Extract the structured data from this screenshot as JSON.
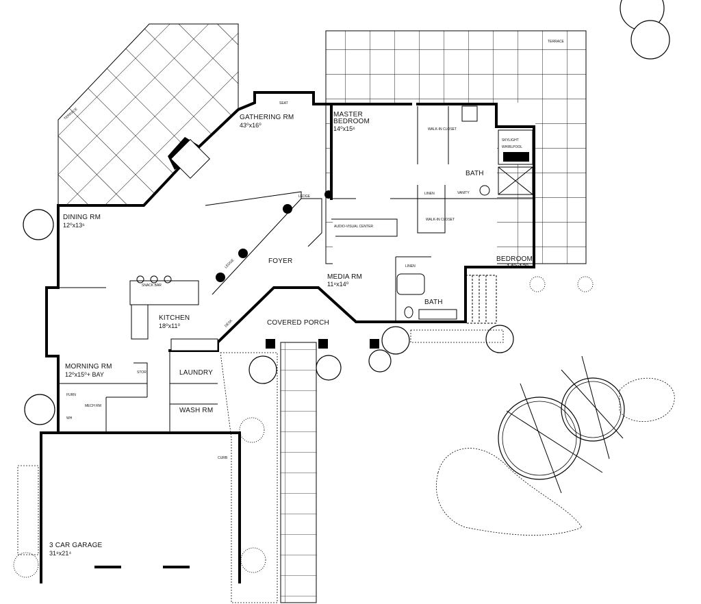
{
  "rooms": {
    "gathering": {
      "name": "GATHERING RM",
      "dim": "43⁰x16⁰"
    },
    "master": {
      "name1": "MASTER",
      "name2": "BEDROOM",
      "dim": "14⁰x15⁶"
    },
    "dining": {
      "name": "DINING RM",
      "dim": "12⁰x13⁶"
    },
    "foyer": {
      "name": "FOYER"
    },
    "media": {
      "name": "MEDIA RM",
      "dim": "11⁸x14⁰"
    },
    "bedroom": {
      "name": "BEDROOM",
      "dim": "14⁰x12⁰"
    },
    "kitchen": {
      "name": "KITCHEN",
      "dim": "18⁰x11⁰"
    },
    "porch": {
      "name": "COVERED PORCH"
    },
    "bath_upper": {
      "name": "BATH"
    },
    "bath_lower": {
      "name": "BATH"
    },
    "morning": {
      "name": "MORNING RM",
      "dim": "12⁰x15⁰+ BAY"
    },
    "laundry": {
      "name": "LAUNDRY"
    },
    "wash": {
      "name": "WASH RM"
    },
    "mech": {
      "name": "MECH RM"
    },
    "garage": {
      "name": "3 CAR GARAGE",
      "dim": "31⁸x21⁴"
    }
  },
  "small_labels": {
    "terrace_left": "TERRACE",
    "terrace_right": "TERRACE",
    "seat": "SEAT",
    "walkin_closet": "WALK-IN CLOSET",
    "walkin_closet2": "WALK-IN CLOSET",
    "skylight": "SKYLIGHT",
    "whirlpool": "WHIRLPOOL",
    "linen_upper": "LINEN",
    "linen_lower": "LINEN",
    "vanity": "VANITY",
    "audio_visual": "AUDIO-VISUAL CENTER",
    "ledge_top": "LEDGE",
    "ledge_mid": "LEDGE",
    "snack_bar": "SNACK BAR",
    "desk": "DESK",
    "furn": "FURN",
    "wh": "WH",
    "curb": "CURB",
    "stor": "STOR"
  }
}
